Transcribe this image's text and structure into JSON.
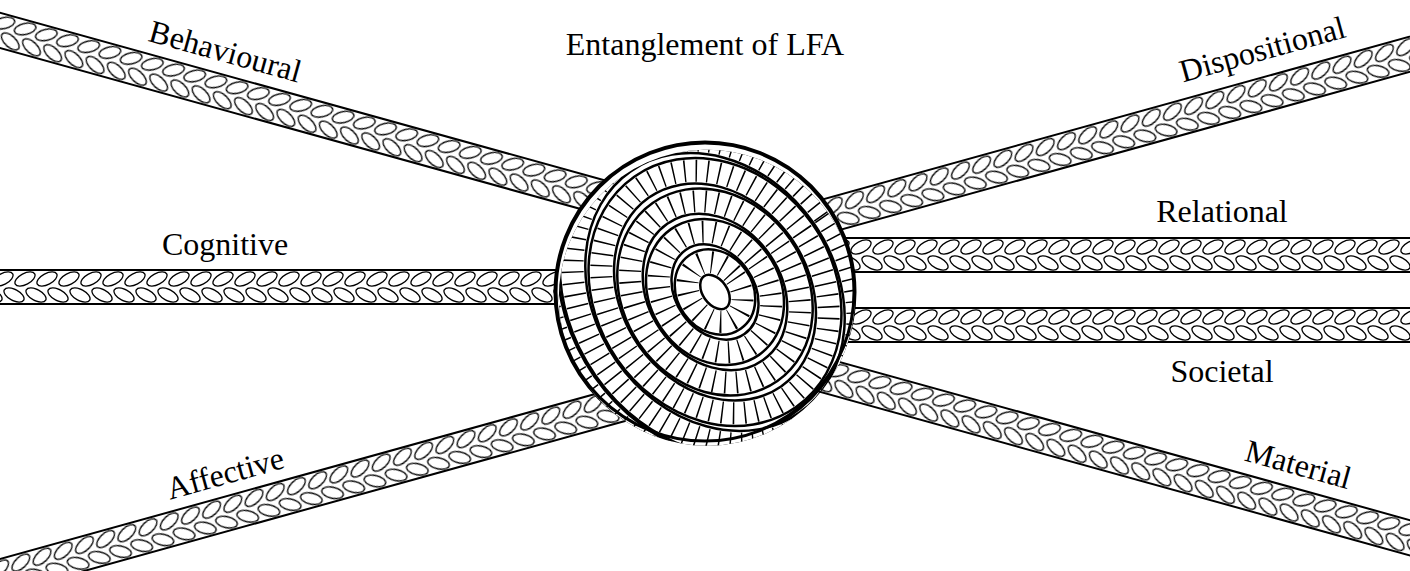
{
  "diagram": {
    "title": "Entanglement of LFA",
    "labels": [
      "Behavioural",
      "Cognitive",
      "Affective",
      "Dispositional",
      "Relational",
      "Societal",
      "Material"
    ]
  }
}
